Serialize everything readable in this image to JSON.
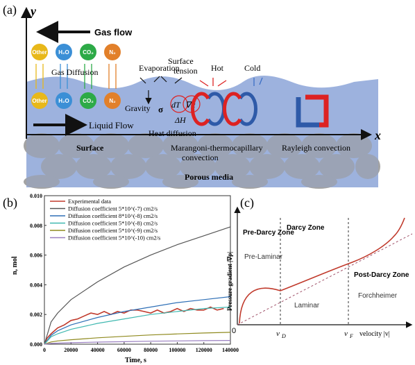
{
  "panel_a": {
    "label": "(a)",
    "y_axis": "y",
    "x_axis": "x",
    "gas_flow": "Gas flow",
    "liquid_flow": "Liquid Flow",
    "gas_diffusion": "Gas Diffusion",
    "molecules": [
      "Other",
      "H₂O",
      "CO₂",
      "N₂"
    ],
    "evaporation": "Evaporation",
    "surface_tension_1": "Surface",
    "surface_tension_2": "tension",
    "hot": "Hot",
    "cold": "Cold",
    "gravity": "Gravity",
    "sigma": "σ",
    "dT": "dT",
    "grad_alpha": "∇α",
    "dH": "ΔH",
    "heat_diffusion": "Heat diffusion",
    "surface": "Surface",
    "marangoni_1": "Marangoni-thermocapillary",
    "marangoni_2": "convection",
    "rayleigh": "Rayleigh convection",
    "porous_media": "Porous media",
    "colors": {
      "liquid": "#9db2de",
      "porous": "#9a9a9a",
      "other": "#e8b81a",
      "h2o": "#3b8fd6",
      "co2": "#2daa47",
      "n2": "#e2802a"
    }
  },
  "panel_b": {
    "label": "(b)",
    "chart_data": {
      "type": "line",
      "xlabel": "Time, s",
      "ylabel": "n, mol",
      "xlim": [
        0,
        140000
      ],
      "ylim": [
        0,
        0.01
      ],
      "x_ticks": [
        "0",
        "20000",
        "40000",
        "60000",
        "80000",
        "100000",
        "120000",
        "140000"
      ],
      "y_ticks": [
        "0.000",
        "0.002",
        "0.004",
        "0.006",
        "0.008",
        "0.010"
      ],
      "legend": "top-left",
      "series": [
        {
          "name": "Experimental data",
          "color": "#c0392b",
          "x": [
            0,
            2000,
            5000,
            10000,
            15000,
            20000,
            25000,
            30000,
            35000,
            40000,
            45000,
            50000,
            55000,
            60000,
            65000,
            70000,
            75000,
            80000,
            85000,
            90000,
            95000,
            100000,
            105000,
            110000,
            115000,
            120000,
            125000,
            130000,
            135000
          ],
          "y": [
            0.0,
            0.0004,
            0.0007,
            0.0011,
            0.0013,
            0.0016,
            0.0017,
            0.0019,
            0.0021,
            0.002,
            0.0022,
            0.002,
            0.0022,
            0.0021,
            0.0023,
            0.0023,
            0.0022,
            0.0021,
            0.0023,
            0.0021,
            0.0022,
            0.0024,
            0.0022,
            0.0024,
            0.0023,
            0.0023,
            0.0025,
            0.0023,
            0.0024
          ]
        },
        {
          "name": "Diffusion coefficient 5*10^(-7) cm2/s",
          "color": "#555555",
          "x": [
            0,
            5000,
            10000,
            20000,
            40000,
            60000,
            80000,
            100000,
            120000,
            140000
          ],
          "y": [
            0.0,
            0.0015,
            0.0021,
            0.003,
            0.0042,
            0.0052,
            0.006,
            0.0067,
            0.0073,
            0.0079
          ]
        },
        {
          "name": "Diffusion coefficient 8*10^(-8) cm2/s",
          "color": "#2e6fb6",
          "x": [
            0,
            5000,
            10000,
            20000,
            40000,
            60000,
            80000,
            100000,
            120000,
            140000
          ],
          "y": [
            0.0,
            0.0006,
            0.0009,
            0.0013,
            0.0018,
            0.0022,
            0.0025,
            0.0028,
            0.003,
            0.0032
          ]
        },
        {
          "name": "Diffusion coefficient 5*10^(-8) cm2/s",
          "color": "#3fb8b0",
          "x": [
            0,
            5000,
            10000,
            20000,
            40000,
            60000,
            80000,
            100000,
            120000,
            140000
          ],
          "y": [
            0.0,
            0.0005,
            0.0007,
            0.001,
            0.0014,
            0.0017,
            0.002,
            0.0022,
            0.0024,
            0.0025
          ]
        },
        {
          "name": "Diffusion coefficient 5*10^(-9) cm2/s",
          "color": "#8f8a1e",
          "x": [
            0,
            5000,
            10000,
            20000,
            40000,
            60000,
            80000,
            100000,
            120000,
            140000
          ],
          "y": [
            0.0,
            0.00015,
            0.00022,
            0.0003,
            0.00043,
            0.00053,
            0.00062,
            0.00069,
            0.00075,
            0.0008
          ]
        },
        {
          "name": "Diffusion coefficient 5*10^(-10) cm2/s",
          "color": "#9a7fc0",
          "x": [
            0,
            5000,
            10000,
            20000,
            40000,
            60000,
            80000,
            100000,
            120000,
            140000
          ],
          "y": [
            0.0,
            5e-05,
            7e-05,
            0.0001,
            0.00014,
            0.00017,
            0.0002,
            0.00022,
            0.00024,
            0.00025
          ]
        }
      ]
    }
  },
  "panel_c": {
    "label": "(c)",
    "ylabel": "Pressure gradient |∇p|",
    "xlabel": "velocity |v|",
    "origin": "0",
    "vd": "v",
    "vd_sub": "D",
    "vf": "v",
    "vf_sub": "F",
    "pre_darcy_zone": "Pre-Darcy Zone",
    "darcy_zone": "Darcy Zone",
    "post_darcy_zone": "Post-Darcy Zone",
    "pre_laminar": "Pre-Laminar",
    "laminar": "Laminar",
    "forchheimer": "Forchheimer",
    "curve_color": "#c0392b"
  }
}
